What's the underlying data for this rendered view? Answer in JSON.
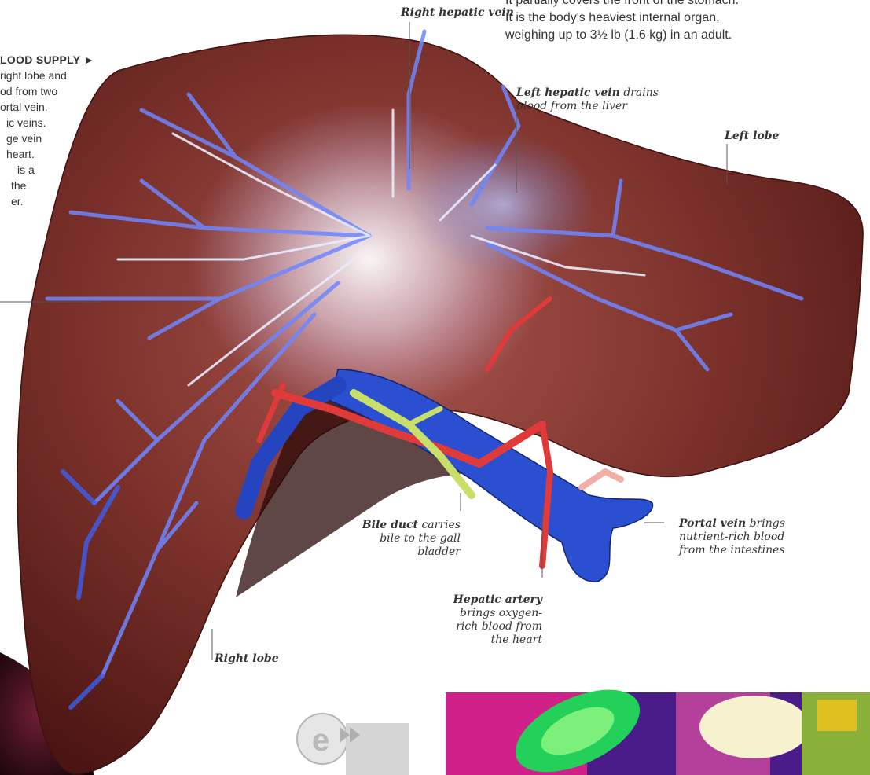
{
  "intro_text": {
    "line1_partial": "It partially covers the front of the stomach.",
    "line2": "It is the body's heaviest internal organ,",
    "line3": "weighing up to 3½ lb (1.6 kg) in an adult."
  },
  "blood_supply_box": {
    "heading": "LOOD SUPPLY ►",
    "lines": [
      "right lobe and",
      "od from two",
      "ortal vein.",
      "ic veins.",
      "ge vein",
      "heart.",
      "is a",
      "the",
      "er."
    ]
  },
  "labels": {
    "right_hepatic_vein": {
      "title": "Right hepatic vein"
    },
    "left_hepatic_vein": {
      "title": "Left hepatic vein",
      "desc": "drains",
      "desc2": "blood from the liver"
    },
    "left_lobe": {
      "title": "Left lobe"
    },
    "bile_duct": {
      "title": "Bile duct",
      "desc": "carries",
      "desc2": "bile to the gall",
      "desc3": "bladder"
    },
    "portal_vein": {
      "title": "Portal vein",
      "desc": "brings",
      "desc2": "nutrient-rich blood",
      "desc3": "from the intestines"
    },
    "hepatic_artery": {
      "title": "Hepatic artery",
      "desc": "brings oxygen-",
      "desc2": "rich blood from",
      "desc3": "the heart"
    },
    "right_lobe": {
      "title": "Right lobe"
    }
  },
  "colors": {
    "liver": "#6b2a25",
    "liver_dark": "#3a0f0d",
    "vein_blue": "#2a4fd0",
    "artery_red": "#e03a3a",
    "bile_green": "#c8e06a",
    "glow": "#f4f2ff"
  },
  "logo_icon": "e-fast-forward-logo"
}
